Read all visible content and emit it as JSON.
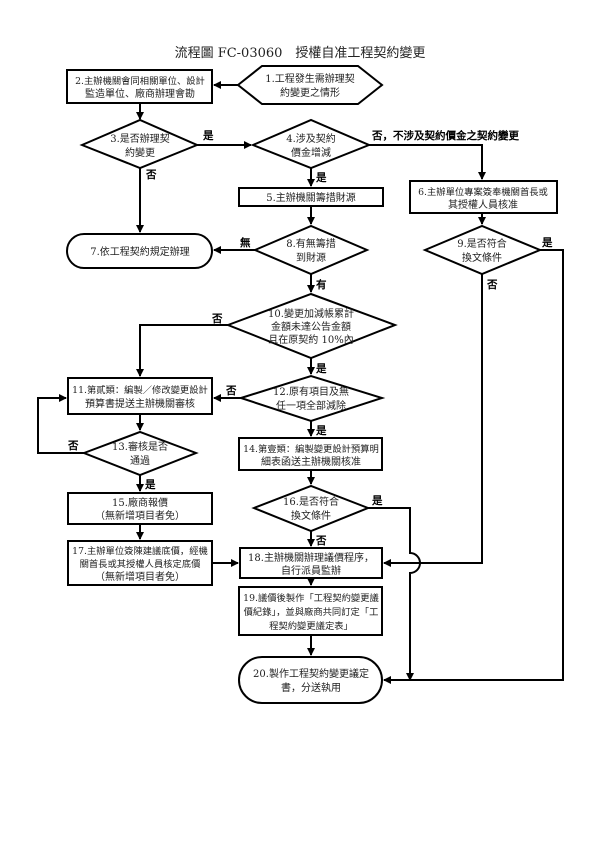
{
  "title": "流程圖 FC-03060　授權自准工程契約變更",
  "nodes": {
    "n1": [
      "1.工程發生需辦理契",
      "約變更之情形"
    ],
    "n2": [
      "2.主辦機關會同相關單位、設計",
      "監造單位、廠商辦理會勘"
    ],
    "n3": [
      "3.是否辦理契",
      "約變更"
    ],
    "n4": [
      "4.涉及契約",
      "價金增減"
    ],
    "n5": [
      "5.主辦機關籌措財源"
    ],
    "n6": [
      "6.主辦單位專案簽奉機關首長或",
      "其授權人員核准"
    ],
    "n7": [
      "7.依工程契約規定辦理"
    ],
    "n8": [
      "8.有無籌措",
      "到財源"
    ],
    "n9": [
      "9.是否符合",
      "換文條件"
    ],
    "n10": [
      "10.變更加減帳累計",
      "金額未達公告金額",
      "且在原契約 10%內"
    ],
    "n11": [
      "11.第貳類：編製／修改變更設計",
      "預算書提送主辦機關審核"
    ],
    "n12": [
      "12.原有項目及無",
      "任一項全部減除"
    ],
    "n13": [
      "13.審核是否",
      "通過"
    ],
    "n14": [
      "14.第壹類：編製變更設計預算明",
      "細表函送主辦機關核准"
    ],
    "n15": [
      "15.廠商報價",
      "（無新增項目者免）"
    ],
    "n16": [
      "16.是否符合",
      "換文條件"
    ],
    "n17": [
      "17.主辦單位簽陳建議底價，經機",
      "關首長或其授權人員核定底價",
      "（無新增項目者免）"
    ],
    "n18": [
      "18.主辦機關辦理議價程序，",
      "自行派員監辦"
    ],
    "n19": [
      "19.議價後製作「工程契約變更議",
      "價紀錄」，並與廠商共同訂定「工",
      "程契約變更議定表」"
    ],
    "n20": [
      "20.製作工程契約變更議定",
      "書，分送執用"
    ]
  },
  "edge_labels": {
    "e3_yes": "是",
    "e3_no": "否",
    "e4_no": "否，不涉及契約價金之契約變更",
    "e4_yes": "是",
    "e8_none": "無",
    "e8_yes": "有",
    "e9_yes": "是",
    "e9_no": "否",
    "e10_no": "否",
    "e10_yes": "是",
    "e12_no": "否",
    "e12_yes": "是",
    "e13_no": "否",
    "e13_yes": "是",
    "e16_yes": "是",
    "e16_no": "否"
  }
}
